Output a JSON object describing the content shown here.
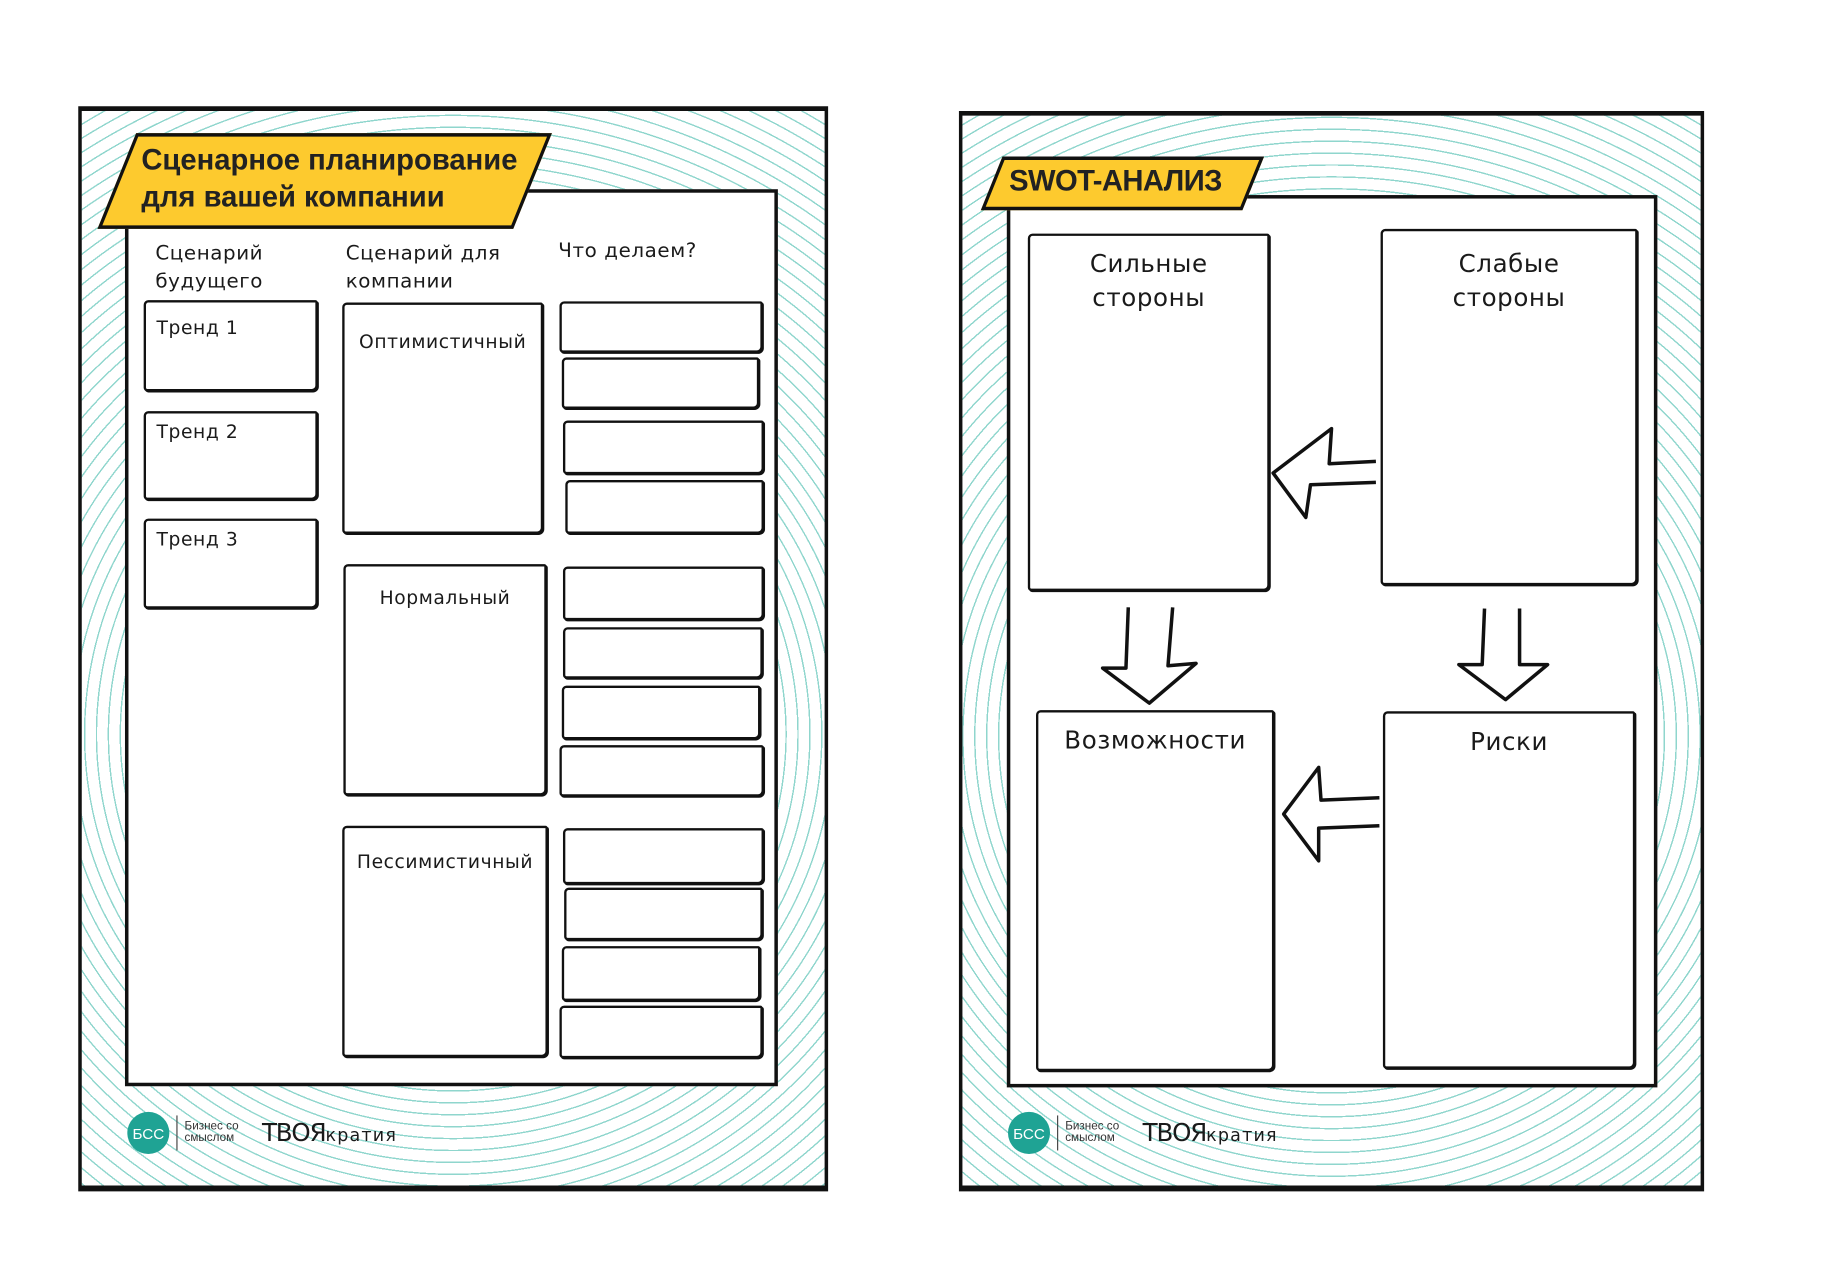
{
  "scenario_sheet": {
    "title_line1": "Сценарное планирование",
    "title_line2": "для вашей компании",
    "columns": {
      "future": [
        "Сценарий",
        "будущего"
      ],
      "company": [
        "Сценарий для",
        "компании"
      ],
      "actions": "Что делаем?"
    },
    "trends": [
      "Тренд 1",
      "Тренд 2",
      "Тренд 3"
    ],
    "scenarios": [
      "Оптимистичный",
      "Нормальный",
      "Пессимистичный"
    ]
  },
  "swot_sheet": {
    "title": "SWOT-АНАЛИЗ",
    "quadrants": {
      "strengths": [
        "Сильные",
        "стороны"
      ],
      "weaknesses": [
        "Слабые",
        "стороны"
      ],
      "opportunities": "Возможности",
      "threats": "Риски"
    }
  },
  "footer": {
    "logo_circle": "БСС",
    "logo_text_line1": "Бизнес со",
    "logo_text_line2": "смыслом",
    "brand_main": "ТВОЯ",
    "brand_suffix": "кратия"
  },
  "colors": {
    "accent": "#fdca2e",
    "teal": "#1fa394",
    "lines": "#8fd6cd"
  }
}
